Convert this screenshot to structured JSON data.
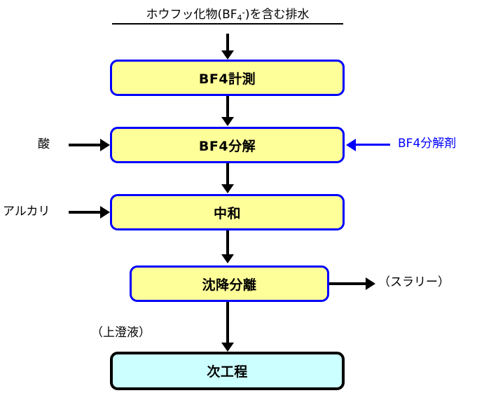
{
  "diagram": {
    "title": {
      "prefix": "ホウフッ化物(BF",
      "subscript": "4",
      "superscript": "-",
      "suffix": ")を含む排水",
      "full_text": "ホウフッ化物(BF4-)を含む排水"
    },
    "colors": {
      "process_fill": "#FFFF99",
      "process_border": "#0000FF",
      "final_fill": "#CCFFFF",
      "final_border": "#000000",
      "arrow_black": "#000000",
      "arrow_blue": "#0000FF",
      "background": "#FFFFFF"
    },
    "steps": [
      {
        "id": "bf4-measure",
        "label": "BF4計測",
        "style": "yellow"
      },
      {
        "id": "bf4-decompose",
        "label": "BF4分解",
        "style": "yellow"
      },
      {
        "id": "neutralize",
        "label": "中和",
        "style": "yellow"
      },
      {
        "id": "sedimentation",
        "label": "沈降分離",
        "style": "yellow"
      },
      {
        "id": "next-process",
        "label": "次工程",
        "style": "cyan"
      }
    ],
    "inputs": [
      {
        "id": "acid",
        "label": "酸",
        "target": "bf4-decompose",
        "side": "left",
        "color": "#000000"
      },
      {
        "id": "bf4-decomposer",
        "label": "BF4分解剤",
        "target": "bf4-decompose",
        "side": "right",
        "color": "#0000FF"
      },
      {
        "id": "alkali",
        "label": "アルカリ",
        "target": "neutralize",
        "side": "left",
        "color": "#000000"
      }
    ],
    "outputs": [
      {
        "id": "slurry",
        "label": "（スラリー）",
        "source": "sedimentation",
        "side": "right",
        "color": "#000000"
      }
    ],
    "annotations": [
      {
        "id": "supernatant",
        "label": "（上澄液）"
      }
    ]
  }
}
